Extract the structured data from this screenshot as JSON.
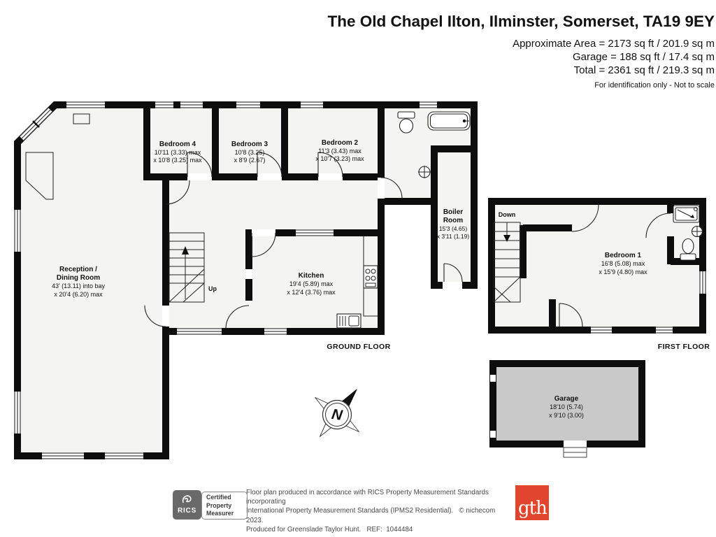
{
  "header": {
    "title": "The Old Chapel Ilton, Ilminster, Somerset, TA19 9EY",
    "area_line1": "Approximate Area = 2173 sq ft / 201.9 sq m",
    "area_line2": "Garage = 188 sq ft / 17.4 sq m",
    "area_line3": "Total = 2361 sq ft / 219.3 sq m",
    "note": "For identification only - Not to scale"
  },
  "rooms": {
    "reception": {
      "line1": "Reception /",
      "line2": "Dining Room",
      "dim1": "43' (13.11) into bay",
      "dim2": "x 20'4 (6.20) max"
    },
    "bedroom4": {
      "name": "Bedroom 4",
      "dim1": "10'11 (3.33) max",
      "dim2": "x 10'8 (3.25) max"
    },
    "bedroom3": {
      "name": "Bedroom 3",
      "dim1": "10'8 (3.25)",
      "dim2": "x 8'9 (2.67)"
    },
    "bedroom2": {
      "name": "Bedroom 2",
      "dim1": "11'3 (3.43) max",
      "dim2": "x 10'7 (3.23) max"
    },
    "boiler_room": {
      "line1": "Boiler",
      "line2": "Room",
      "dim1": "15'3 (4.65)",
      "dim2": "x 3'11 (1.19)"
    },
    "kitchen": {
      "name": "Kitchen",
      "dim1": "19'4 (5.89) max",
      "dim2": "x 12'4 (3.76) max"
    },
    "bedroom1": {
      "name": "Bedroom 1",
      "dim1": "16'8 (5.08) max",
      "dim2": "x 15'9 (4.80) max"
    },
    "garage": {
      "name": "Garage",
      "dim1": "18'10 (5.74)",
      "dim2": "x 9'10 (3.00)"
    }
  },
  "labels": {
    "ground_floor": "GROUND FLOOR",
    "first_floor": "FIRST FLOOR",
    "up": "Up",
    "down": "Down",
    "north": "N"
  },
  "footer": {
    "rics_brand": "RICS",
    "badge_line1": "Certified",
    "badge_line2": "Property",
    "badge_line3": "Measurer",
    "disclaimer_line1": "Floor plan produced in accordance with RICS Property Measurement Standards incorporating",
    "disclaimer_line2": "International Property Measurement Standards (IPMS2 Residential).   © nichecom 2023.",
    "disclaimer_line3": "Produced for Greenslade Taylor Hunt.   REF:  1044484",
    "logo_text": "gth"
  },
  "colors": {
    "wall": "#0d0d0d",
    "floor_fill": "#f4f4f2",
    "garage_fill": "#c9c9c9",
    "logo_red": "#e2452d",
    "rics_gray": "#696969"
  }
}
